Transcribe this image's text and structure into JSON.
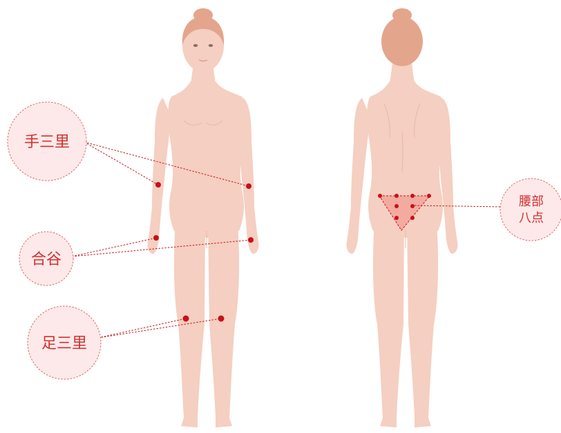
{
  "colors": {
    "skin": "#f5cfc1",
    "skin_shadow": "#ecb9a6",
    "hair": "#e4a58d",
    "point": "#c8101a",
    "leader": "#c8101a",
    "bubble_fill": "#fde9e9",
    "bubble_stroke": "#e06464",
    "label": "#d63030",
    "zone_fill": "#f2a59a"
  },
  "icons": {
    "front_figure": "human-body-front-icon",
    "back_figure": "human-body-back-icon"
  },
  "labels": {
    "shousanli": "手三里",
    "hegu": "合谷",
    "zusanli": "足三里",
    "yaobu_line1": "腰部",
    "yaobu_line2": "八点"
  }
}
